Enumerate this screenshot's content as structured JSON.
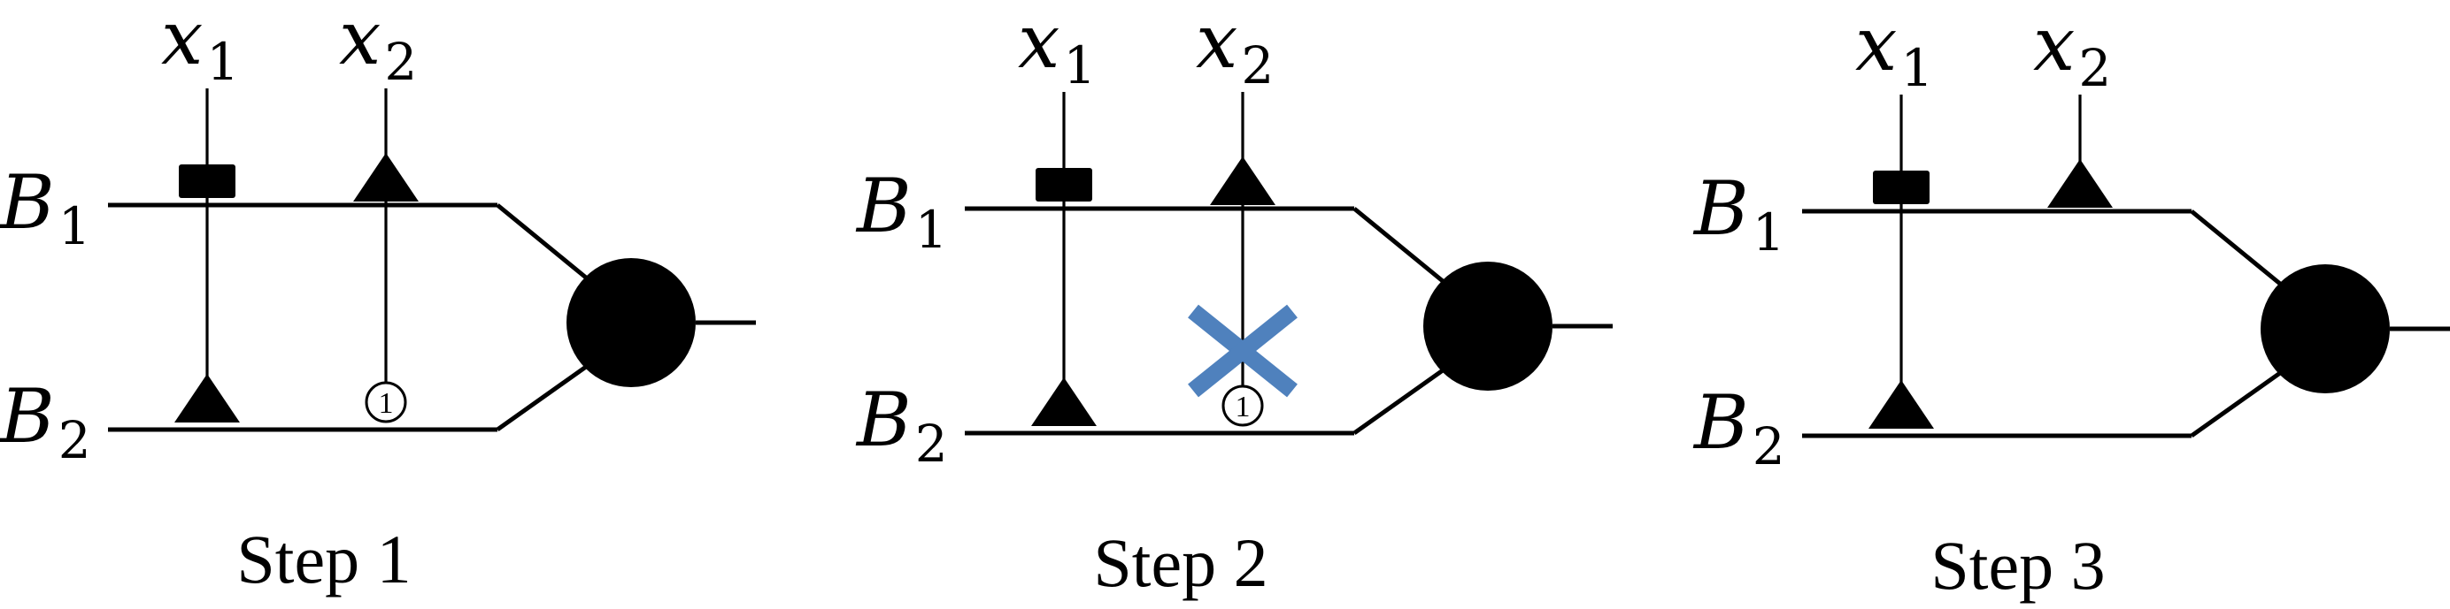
{
  "panels": [
    {
      "step_label": "Step 1",
      "inputs": [
        {
          "var": "x",
          "sub": "1"
        },
        {
          "var": "x",
          "sub": "2"
        }
      ],
      "buses": [
        {
          "var": "B",
          "sub": "1"
        },
        {
          "var": "B",
          "sub": "2"
        }
      ],
      "x1_top_marker": "square",
      "x1_bottom_marker": "triangle",
      "x2_top_marker": "triangle",
      "x2_link_to_b2": true,
      "x2_bottom_marker": "numbered-circle",
      "circle_number": "1",
      "crossed_out": false
    },
    {
      "step_label": "Step 2",
      "inputs": [
        {
          "var": "x",
          "sub": "1"
        },
        {
          "var": "x",
          "sub": "2"
        }
      ],
      "buses": [
        {
          "var": "B",
          "sub": "1"
        },
        {
          "var": "B",
          "sub": "2"
        }
      ],
      "x1_top_marker": "square",
      "x1_bottom_marker": "triangle",
      "x2_top_marker": "triangle",
      "x2_link_to_b2": true,
      "x2_bottom_marker": "numbered-circle",
      "circle_number": "1",
      "crossed_out": true,
      "cross_color": "#4f81bd"
    },
    {
      "step_label": "Step 3",
      "inputs": [
        {
          "var": "x",
          "sub": "1"
        },
        {
          "var": "x",
          "sub": "2"
        }
      ],
      "buses": [
        {
          "var": "B",
          "sub": "1"
        },
        {
          "var": "B",
          "sub": "2"
        }
      ],
      "x1_top_marker": "square",
      "x1_bottom_marker": "triangle",
      "x2_top_marker": "triangle",
      "x2_link_to_b2": false,
      "crossed_out": false
    }
  ]
}
